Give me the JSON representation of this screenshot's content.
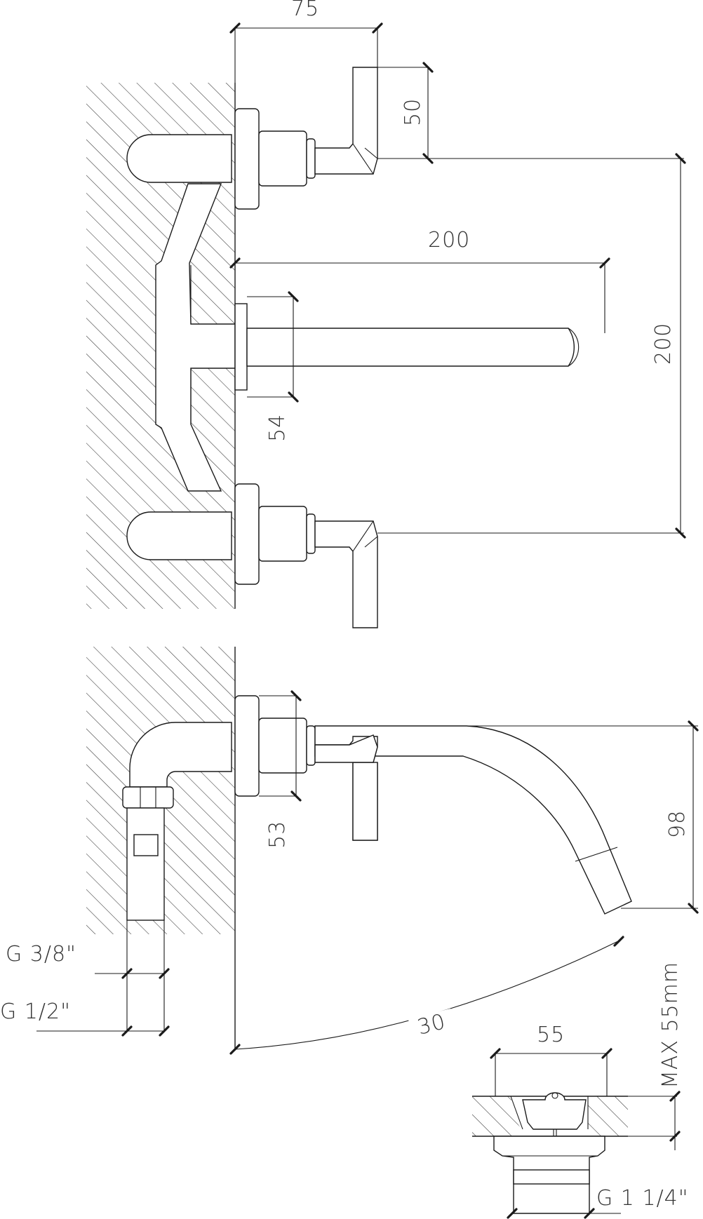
{
  "top_view": {
    "dim_depth": "75",
    "dim_handle_height": "50",
    "dim_spout_length": "200",
    "dim_handle_spacing": "200",
    "dim_spout_plate": "54"
  },
  "side_view": {
    "dim_plate": "53",
    "dim_spout_height": "98",
    "dim_angle": "30",
    "thread_small": "G 3/8\"",
    "thread_large": "G 1/2\""
  },
  "drain_view": {
    "dim_width": "55",
    "dim_max_thickness": "MAX 55mm",
    "thread_drain": "G 1 1/4\""
  }
}
